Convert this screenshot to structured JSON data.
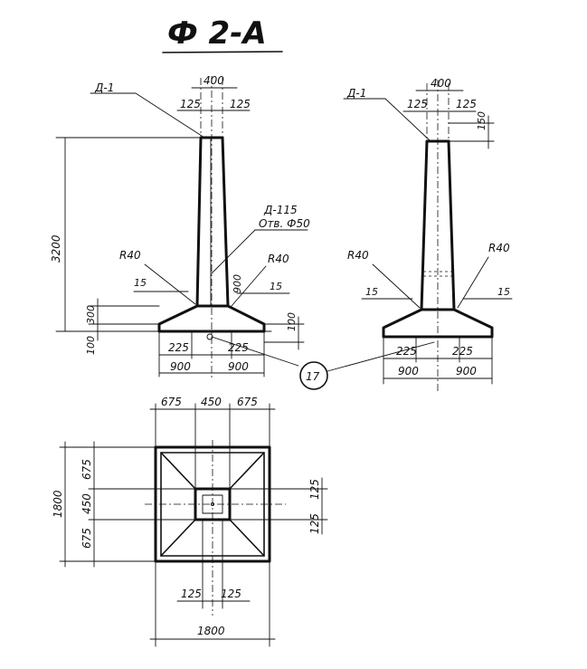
{
  "title": "Ф 2-А",
  "left_elevation": {
    "label_top_detail": "Д-1",
    "dim_top_width": "400",
    "dim_top_left": "125",
    "dim_top_right": "125",
    "dim_height": "3200",
    "label_detail_mid": "Д-115",
    "label_hole": "Отв. Ф50",
    "radius_left": "R40",
    "radius_right": "R40",
    "dim_chamfer_left": "15",
    "dim_chamfer_right": "15",
    "dim_900_vert": "900",
    "dim_300": "300",
    "dim_100_left": "100",
    "dim_100_right": "100",
    "dim_225_left": "225",
    "dim_225_right": "225",
    "dim_900_left": "900",
    "dim_900_right": "900"
  },
  "right_elevation": {
    "label_top_detail": "Д-1",
    "dim_top_width": "400",
    "dim_top_left": "125",
    "dim_top_right": "125",
    "dim_150": "150",
    "radius_left": "R40",
    "radius_right": "R40",
    "dim_chamfer_left": "15",
    "dim_chamfer_right": "15",
    "dim_225_left": "225",
    "dim_225_right": "225",
    "dim_900_left": "900",
    "dim_900_right": "900"
  },
  "callout": "17",
  "plan": {
    "dim_top_675_left": "675",
    "dim_top_450": "450",
    "dim_top_675_right": "675",
    "dim_left_total": "1800",
    "dim_left_675_top": "675",
    "dim_left_450": "450",
    "dim_left_675_bottom": "675",
    "dim_right_125_top": "125",
    "dim_right_125_bottom": "125",
    "dim_bottom_125_left": "125",
    "dim_bottom_125_right": "125",
    "dim_bottom_total": "1800"
  }
}
